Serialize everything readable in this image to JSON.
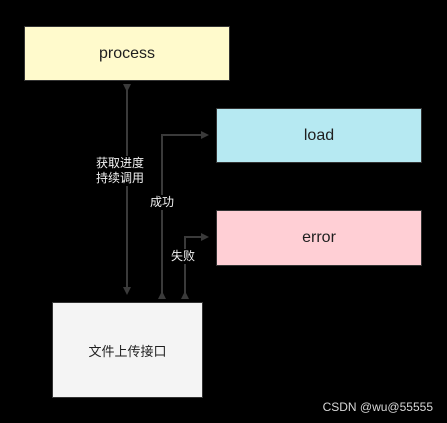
{
  "nodes": {
    "process": "process",
    "load": "load",
    "error": "error",
    "upload": "文件上传接口"
  },
  "edges": {
    "progress_line1": "获取进度",
    "progress_line2": "持续调用",
    "success": "成功",
    "fail": "失败"
  },
  "watermark": "CSDN @wu@55555",
  "colors": {
    "background": "#000000",
    "process_fill": "#fffacc",
    "load_fill": "#b6e9f2",
    "error_fill": "#ffcfd5",
    "upload_fill": "#f4f4f4",
    "connector": "#3a3a3a"
  }
}
